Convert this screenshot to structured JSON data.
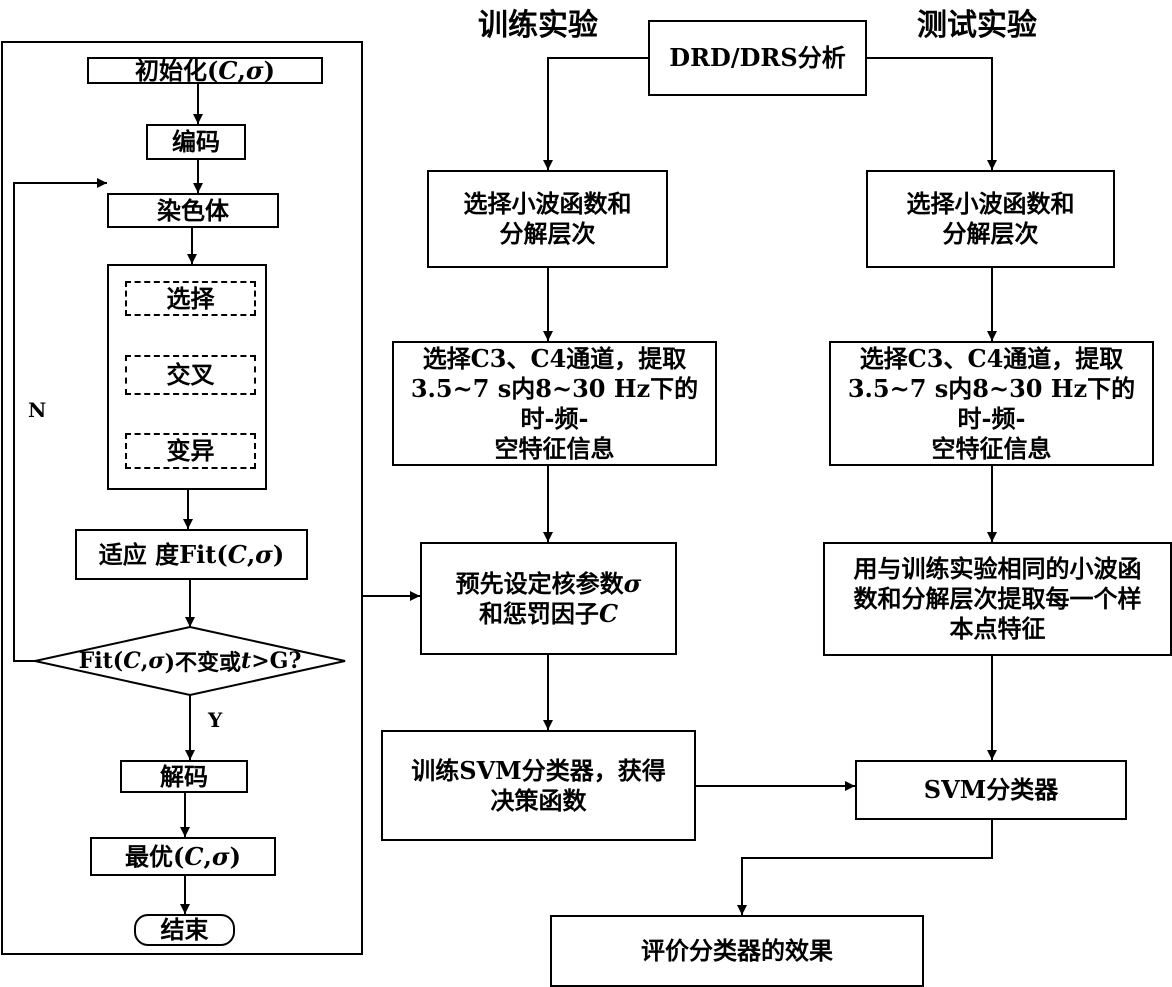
{
  "headers": {
    "train": "训练实验",
    "test": "测试实验"
  },
  "top": {
    "analysis": "DRD/DRS分析"
  },
  "ga": {
    "init_pre": "初始化(",
    "encode": "编码",
    "chromosome": "染色体",
    "select": "选择",
    "crossover": "交叉",
    "mutate": "变异",
    "fitness_pre": "适应 度Fit(",
    "cond_pre": "Fit(",
    "cond_mid": ")不变或",
    "cond_post": ">G?",
    "decode": "解码",
    "optimal_pre": "最优(",
    "end": "结束",
    "label_n": "N",
    "label_y": "Y",
    "sym_c": "C",
    "sym_sigma": "σ",
    "sym_t": "t"
  },
  "train": {
    "wavelet": "选择小波函数和\n分解层次",
    "channels": "选择C3、C4通道，提取\n3.5~7 s内8~30 Hz下的时-频-\n空特征信息",
    "preset_l1": "预先设定核参数",
    "preset_l2": "和惩罚因子",
    "svm_train": "训练SVM分类器，获得\n决策函数"
  },
  "test": {
    "wavelet": "选择小波函数和\n分解层次",
    "channels": "选择C3、C4通道，提取\n3.5~7 s内8~30 Hz下的时-频-\n空特征信息",
    "extract": "用与训练实验相同的小波函\n数和分解层次提取每一个样\n本点特征",
    "svm": "SVM分类器"
  },
  "evaluate": "评价分类器的效果"
}
